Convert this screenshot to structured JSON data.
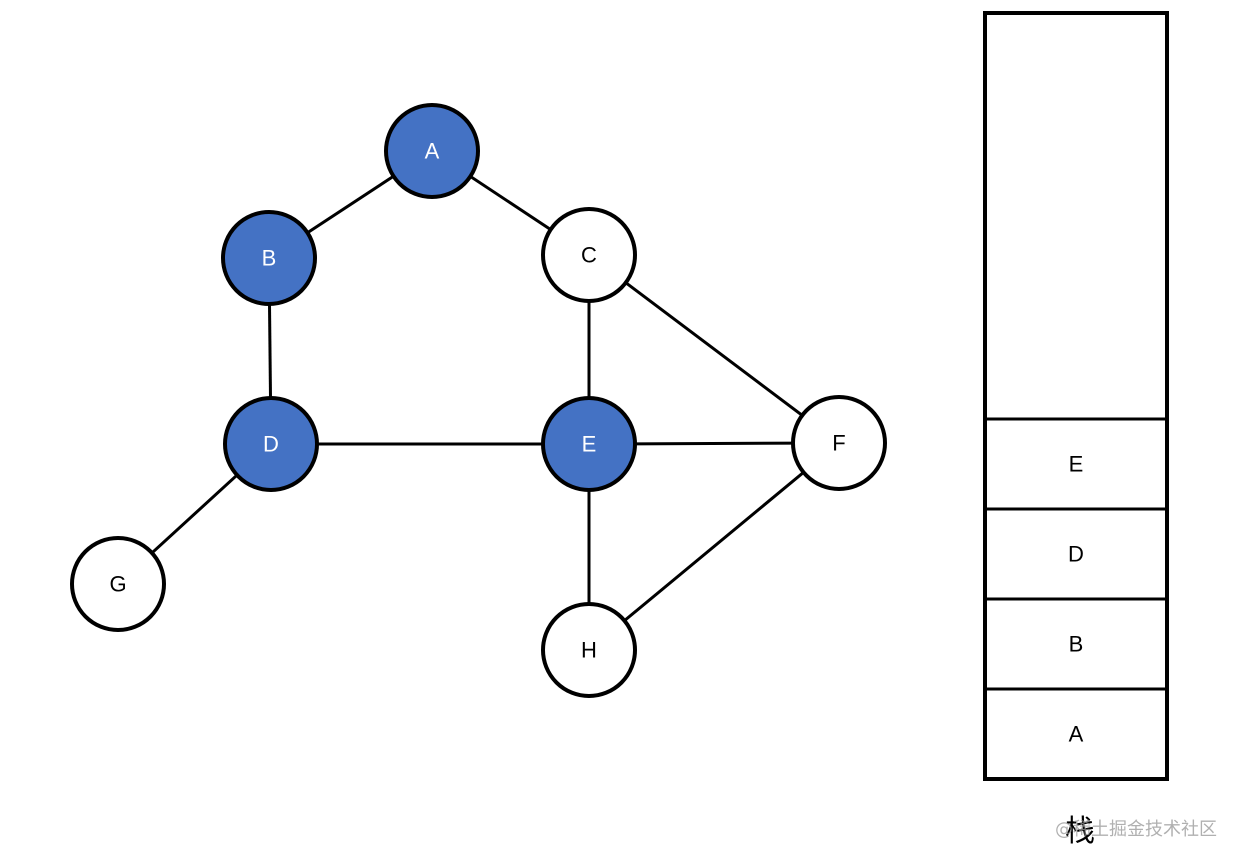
{
  "colors": {
    "visited_fill": "#4472C4",
    "unvisited_fill": "#FFFFFF",
    "stroke": "#000000",
    "visited_text": "#FFFFFF",
    "unvisited_text": "#000000"
  },
  "graph": {
    "nodes": [
      {
        "id": "A",
        "label": "A",
        "visited": true
      },
      {
        "id": "B",
        "label": "B",
        "visited": true
      },
      {
        "id": "C",
        "label": "C",
        "visited": false
      },
      {
        "id": "D",
        "label": "D",
        "visited": true
      },
      {
        "id": "E",
        "label": "E",
        "visited": true
      },
      {
        "id": "F",
        "label": "F",
        "visited": false
      },
      {
        "id": "G",
        "label": "G",
        "visited": false
      },
      {
        "id": "H",
        "label": "H",
        "visited": false
      }
    ],
    "edges": [
      [
        "A",
        "B"
      ],
      [
        "A",
        "C"
      ],
      [
        "B",
        "D"
      ],
      [
        "C",
        "E"
      ],
      [
        "C",
        "F"
      ],
      [
        "D",
        "E"
      ],
      [
        "D",
        "G"
      ],
      [
        "E",
        "F"
      ],
      [
        "E",
        "H"
      ],
      [
        "F",
        "H"
      ]
    ]
  },
  "stack": {
    "caption": "栈",
    "items_top_to_bottom": [
      "E",
      "D",
      "B",
      "A"
    ]
  },
  "watermark": "@稀土掘金技术社区"
}
